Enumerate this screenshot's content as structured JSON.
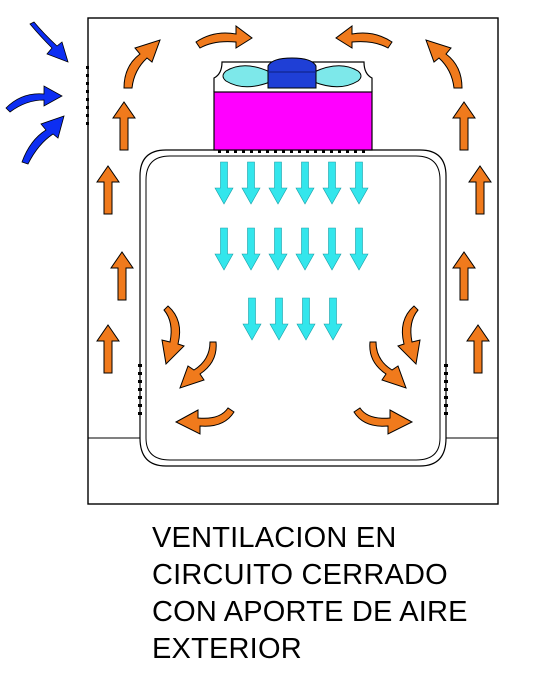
{
  "diagram": {
    "caption": [
      "VENTILACION EN",
      "CIRCUITO CERRADO",
      "CON APORTE DE AIRE",
      "EXTERIOR"
    ],
    "colors": {
      "outline": "#000000",
      "cabinet_fill": "#ffffff",
      "recirculation_arrow": "#f07a1c",
      "filter_airflow_arrow": "#33e6ec",
      "exterior_air_arrow": "#0d2ef2",
      "filter": "#ff00ff",
      "fan_hub": "#1f3fd6",
      "fan_blade": "#7de8ea"
    },
    "icons": {
      "exterior_air": "curved-arrow-icon",
      "recirculation": "orange-arrow-icon",
      "downflow": "down-arrow-icon",
      "fan": "fan-icon",
      "filter": "hepa-filter-icon"
    }
  }
}
